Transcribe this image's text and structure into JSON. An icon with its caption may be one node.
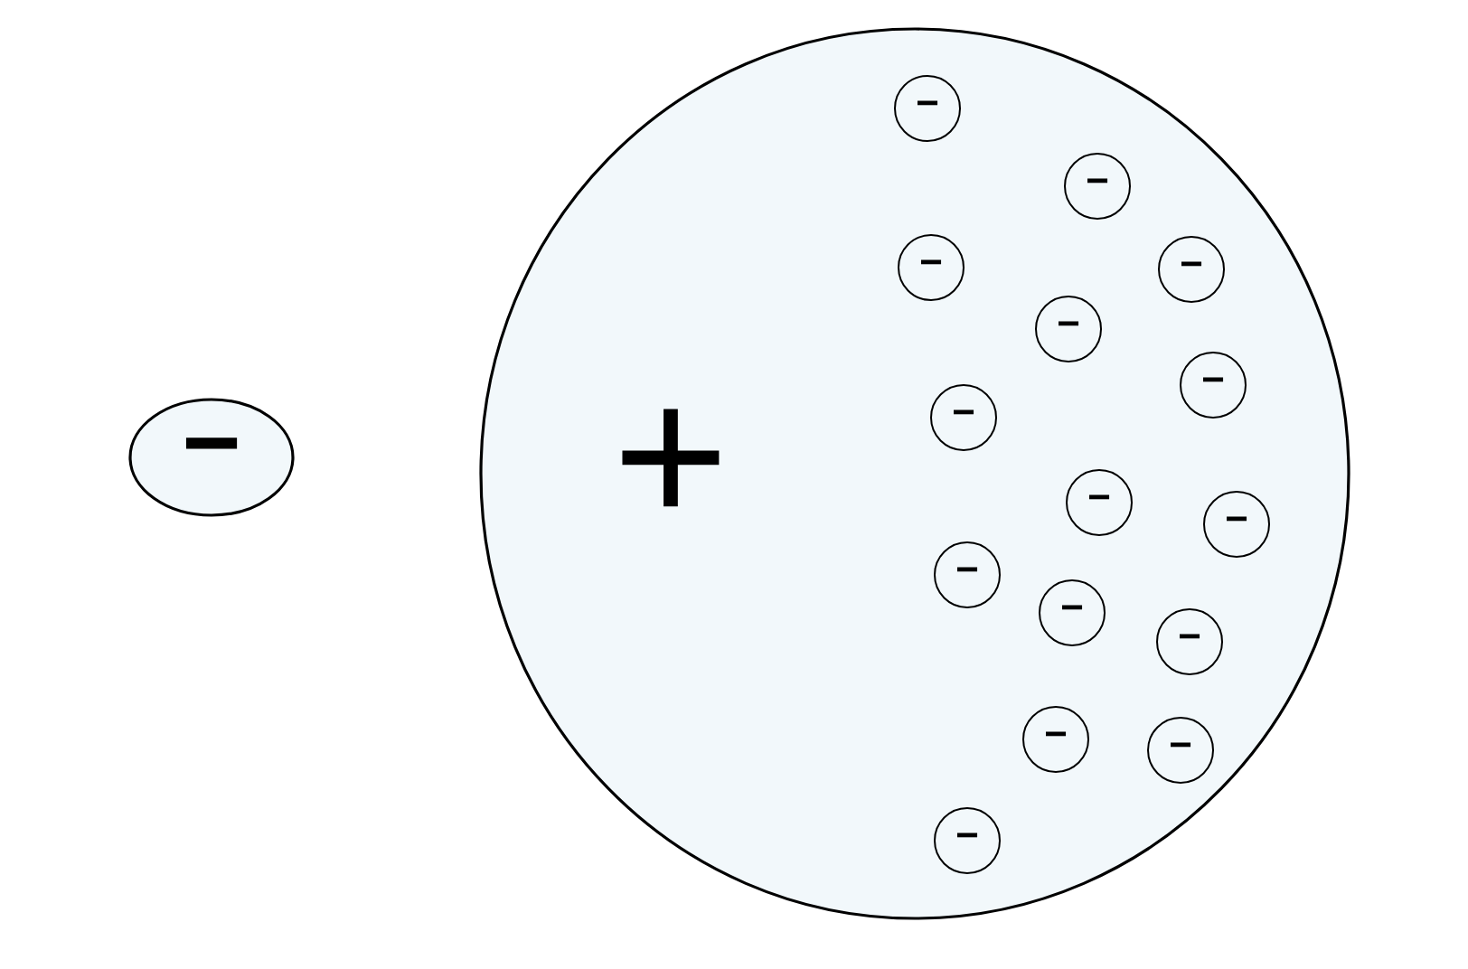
{
  "diagram": {
    "nodes": [
      {
        "text": [
          "−"
        ]
      },
      {
        "text": [
          "+"
        ]
      },
      {
        "text": [
          "−"
        ],
        "in": 1
      },
      {
        "text": [
          "−"
        ],
        "in": 1
      },
      {
        "text": [
          "−"
        ],
        "in": 1
      },
      {
        "text": [
          "−"
        ],
        "in": 1
      },
      {
        "text": [
          "−"
        ],
        "in": 1
      },
      {
        "text": [
          "−"
        ],
        "in": 1
      },
      {
        "text": [
          "−"
        ],
        "in": 1
      },
      {
        "text": [
          "−"
        ],
        "in": 1
      },
      {
        "text": [
          "−"
        ],
        "in": 1
      },
      {
        "text": [
          "−"
        ],
        "in": 1
      },
      {
        "text": [
          "−"
        ],
        "in": 1
      },
      {
        "text": [
          "−"
        ],
        "in": 1
      },
      {
        "text": [
          "−"
        ],
        "in": 1
      },
      {
        "text": [
          "−"
        ],
        "in": 1
      },
      {
        "text": [
          "−"
        ],
        "in": 1
      }
    ]
  }
}
